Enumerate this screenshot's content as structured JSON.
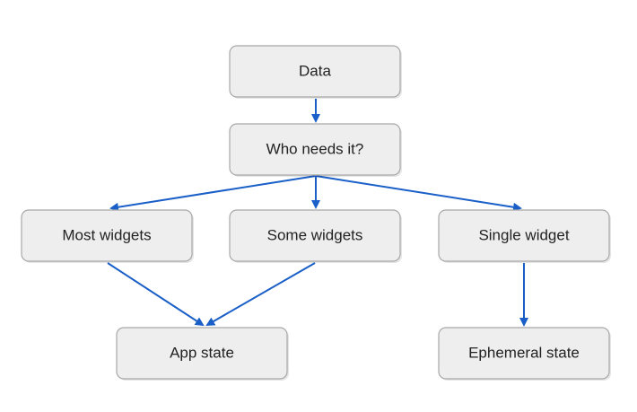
{
  "nodes": {
    "data": "Data",
    "who_needs": "Who needs it?",
    "most_widgets": "Most widgets",
    "some_widgets": "Some widgets",
    "single_widget": "Single widget",
    "app_state": "App state",
    "ephemeral_state": "Ephemeral state"
  },
  "colors": {
    "arrow": "#1a5fc8",
    "box_fill": "#eeeeee",
    "box_border": "#a8a8a8"
  }
}
